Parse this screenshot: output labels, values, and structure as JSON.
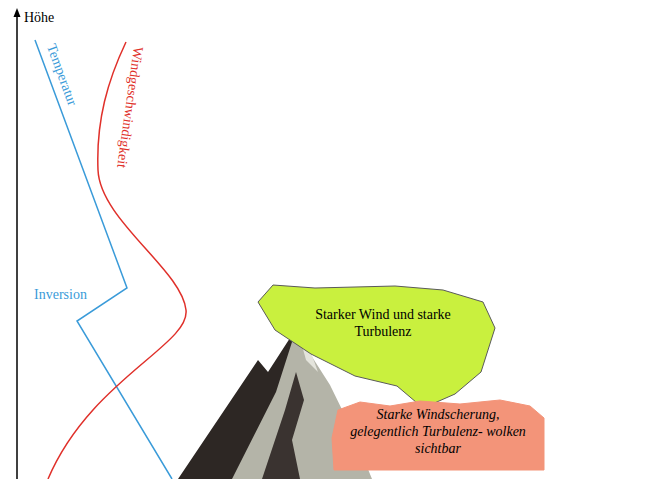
{
  "diagram": {
    "nodes": [
      {
        "text": [
          "Starker Wind und starke Turbulenz"
        ]
      },
      {
        "text": [
          "Starke Windscherung, gelegentlich Turbulenz- wolken sichtbar"
        ]
      }
    ],
    "labels": [
      "Höhe",
      "Temperatur",
      "Windgeschwindigkeit",
      "Inversion"
    ]
  }
}
